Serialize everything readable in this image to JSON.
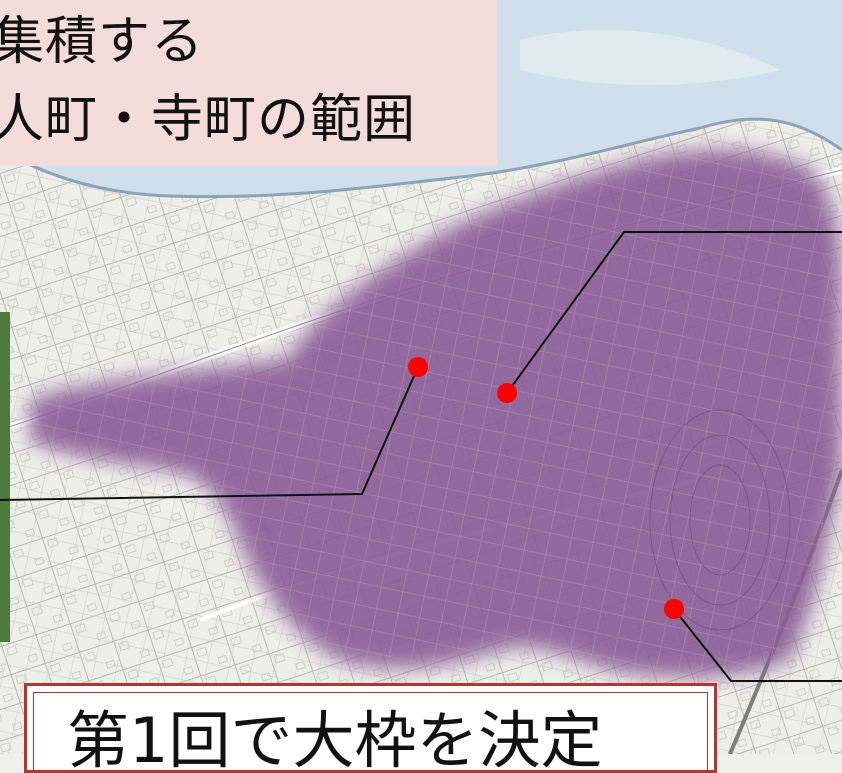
{
  "title": {
    "line1": "集積する",
    "line2": "人町・寺町の範囲"
  },
  "caption": {
    "text": "第1回で大枠を決定"
  },
  "colors": {
    "district": "#8a5c97",
    "river": "#cfe0ec",
    "marker": "#ff0000",
    "title_bg": "#f3dcda",
    "caption_border": "#b8342b"
  },
  "markers": [
    {
      "name": "marker-west"
    },
    {
      "name": "marker-center"
    },
    {
      "name": "marker-southeast"
    }
  ]
}
